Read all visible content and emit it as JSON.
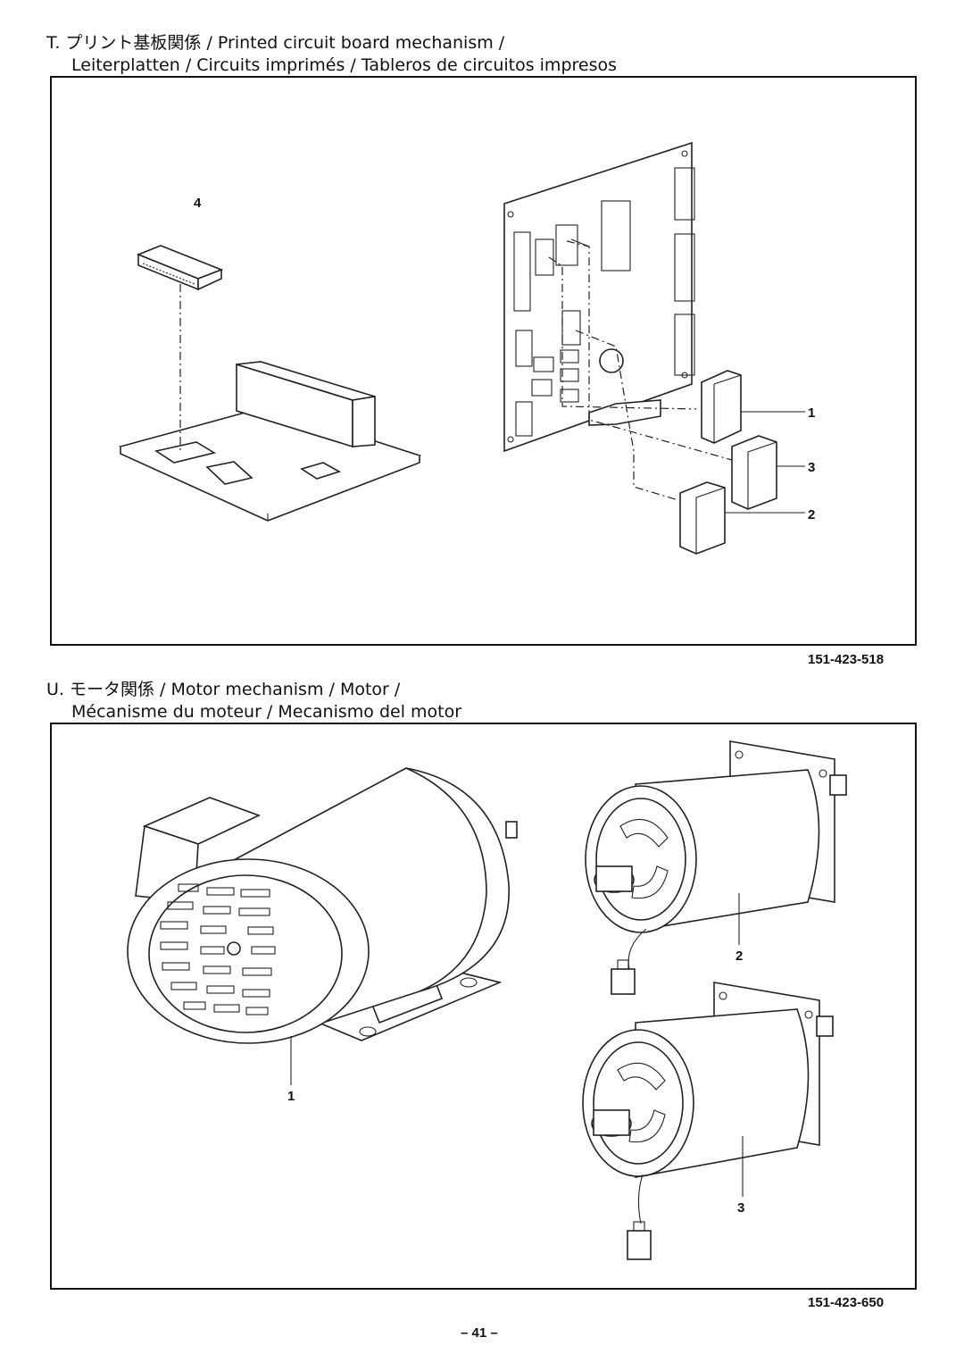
{
  "section_t": {
    "title_line1": "T. プリント基板関係 / Printed circuit board mechanism /",
    "title_line2": "Leiterplatten / Circuits imprimés / Tableros de circuitos impresos",
    "callouts": [
      "1",
      "2",
      "3",
      "4"
    ],
    "reference": "151-423-518"
  },
  "section_u": {
    "title_line1": "U. モータ関係 / Motor mechanism / Motor /",
    "title_line2": "Mécanisme du moteur / Mecanismo del motor",
    "callouts": [
      "1",
      "2",
      "3"
    ],
    "reference": "151-423-650"
  },
  "page_number": "– 41 –"
}
